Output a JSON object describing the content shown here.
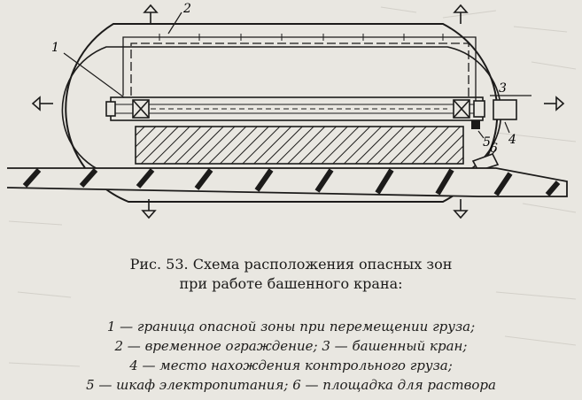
{
  "figure": {
    "title_line_1": "Рис. 53. Схема расположения опасных зон",
    "title_line_2": "при работе башенного крана:"
  },
  "legend": {
    "line_1": "1 — граница опасной зоны при перемещении груза;",
    "line_2": "2 — временное ограждение; 3 — башенный кран;",
    "line_3": "4 — место нахождения контрольного груза;",
    "line_4": "5 — шкаф электропитания; 6 — площадка для раствора"
  },
  "callouts": {
    "n1": "1",
    "n2": "2",
    "n3": "3",
    "n4": "4",
    "n5": "5",
    "n6": "6"
  },
  "colors": {
    "paper": "#e9e7e1",
    "ink": "#1c1b1a"
  }
}
